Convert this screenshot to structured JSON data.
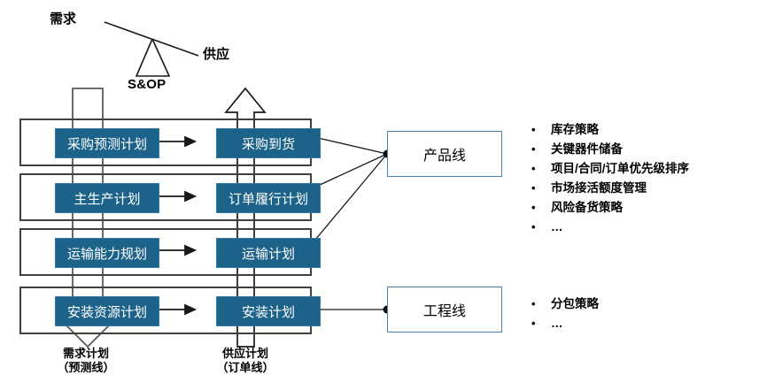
{
  "diagram": {
    "seesaw": {
      "left_label": "需求",
      "right_label": "供应",
      "fulcrum_label": "S&OP"
    },
    "flow_labels": {
      "demand": "需求计划\n（预测线）",
      "demand_line1": "需求计划",
      "demand_line2": "（预测线）",
      "supply_line1": "供应计划",
      "supply_line2": "（订单线）"
    },
    "rows": [
      {
        "left": "采购预测计划",
        "right": "采购到货"
      },
      {
        "left": "主生产计划",
        "right": "订单履行计划"
      },
      {
        "left": "运输能力规划",
        "right": "运输计划"
      },
      {
        "left": "安装资源计划",
        "right": "安装计划"
      }
    ],
    "lines": [
      {
        "label": "产品线"
      },
      {
        "label": "工程线"
      }
    ],
    "product_bullets": [
      "库存策略",
      "关键器件储备",
      "项目/合同/订单优先级排序",
      "市场接活额度管理",
      "风险备货策略",
      "…"
    ],
    "engineering_bullets": [
      "分包策略",
      "…"
    ],
    "bullet_marker": "•",
    "colors": {
      "process_box_fill": "#1d6389",
      "process_box_text": "#ffffff",
      "row_border": "#3f3f3f",
      "line_box_border": "#4e81a8",
      "connector": "#1a1a1a",
      "background": "#ffffff"
    }
  }
}
